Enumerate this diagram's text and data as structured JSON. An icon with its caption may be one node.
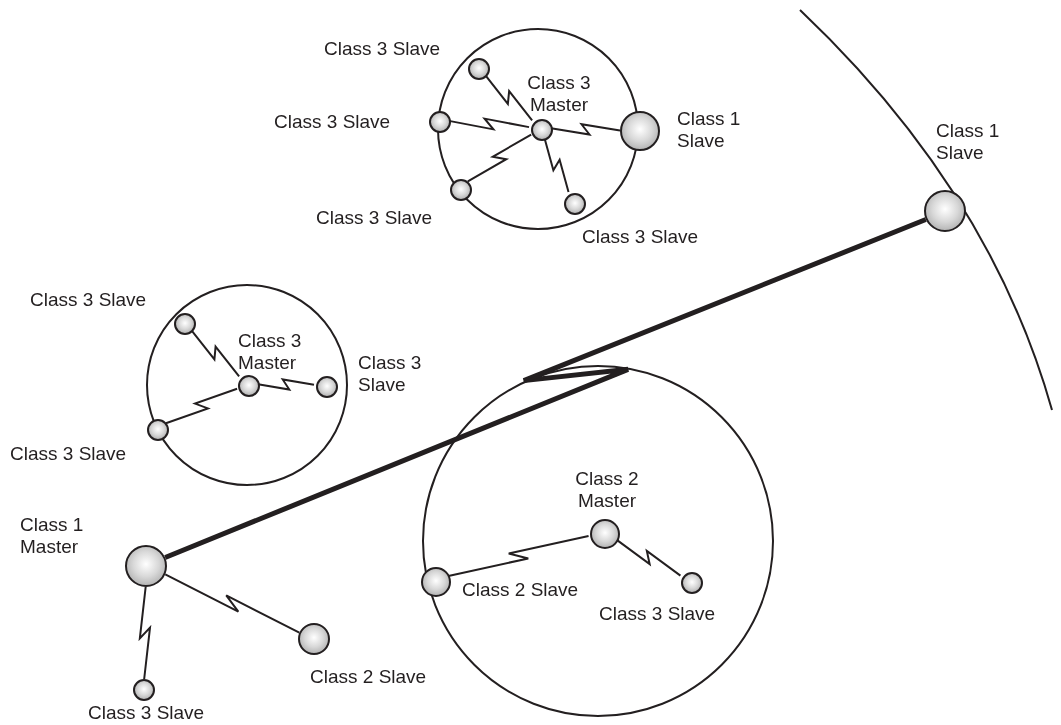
{
  "diagram": {
    "nodes": [
      {
        "text": [],
        "shape": "circle"
      },
      {
        "text": [],
        "shape": "circle",
        "in": 0,
        "beside": [
          "Class 3 Master"
        ]
      },
      {
        "text": [],
        "shape": "circle",
        "in": 0,
        "beside": [
          "Class 3 Slave"
        ]
      },
      {
        "text": [],
        "shape": "circle",
        "in": 0,
        "beside": [
          "Class 3 Slave"
        ]
      },
      {
        "text": [],
        "shape": "circle",
        "in": 0,
        "beside": [
          "Class 3 Slave"
        ]
      },
      {
        "text": [],
        "shape": "circle",
        "in": 0,
        "beside": [
          "Class 3 Slave"
        ]
      },
      {
        "text": [],
        "shape": "circle",
        "beside": [
          "Class 1 Slave"
        ]
      },
      {
        "text": [],
        "shape": "circle",
        "beside": [
          "Class 1 Slave"
        ]
      },
      {
        "text": [],
        "shape": "circle"
      },
      {
        "text": [],
        "shape": "circle",
        "in": 8,
        "beside": [
          "Class 3 Master"
        ]
      },
      {
        "text": [],
        "shape": "circle",
        "in": 8,
        "beside": [
          "Class 3 Slave"
        ]
      },
      {
        "text": [],
        "shape": "circle",
        "in": 8,
        "beside": [
          "Class 3 Slave"
        ]
      },
      {
        "text": [],
        "shape": "circle",
        "in": 8,
        "beside": [
          "Class 3 Slave"
        ]
      },
      {
        "text": [],
        "shape": "circle"
      },
      {
        "text": [],
        "shape": "circle",
        "in": 13,
        "beside": [
          "Class 2 Master"
        ]
      },
      {
        "text": [],
        "shape": "circle",
        "in": 13,
        "beside": [
          "Class 2 Slave"
        ]
      },
      {
        "text": [],
        "shape": "circle",
        "in": 13,
        "beside": [
          "Class 3 Slave"
        ]
      },
      {
        "text": [],
        "shape": "circle",
        "beside": [
          "Class 1 Master"
        ]
      },
      {
        "text": [],
        "shape": "circle",
        "beside": [
          "Class 2 Slave"
        ]
      },
      {
        "text": [],
        "shape": "circle",
        "beside": [
          "Class 3 Slave"
        ]
      }
    ],
    "edges": [
      {
        "from": 1,
        "to": 2,
        "arrow": "none"
      },
      {
        "from": 1,
        "to": 3,
        "arrow": "none"
      },
      {
        "from": 1,
        "to": 4,
        "arrow": "none"
      },
      {
        "from": 1,
        "to": 5,
        "arrow": "none"
      },
      {
        "from": 1,
        "to": 6,
        "arrow": "none"
      },
      {
        "from": 9,
        "to": 10,
        "arrow": "none"
      },
      {
        "from": 9,
        "to": 11,
        "arrow": "none"
      },
      {
        "from": 9,
        "to": 12,
        "arrow": "none"
      },
      {
        "from": 14,
        "to": 15,
        "arrow": "none"
      },
      {
        "from": 14,
        "to": 16,
        "arrow": "none"
      },
      {
        "from": 17,
        "to": 7,
        "arrow": "none",
        "style": "thick"
      },
      {
        "from": 17,
        "to": 18,
        "arrow": "none"
      },
      {
        "from": 17,
        "to": 19,
        "arrow": "none"
      }
    ]
  }
}
